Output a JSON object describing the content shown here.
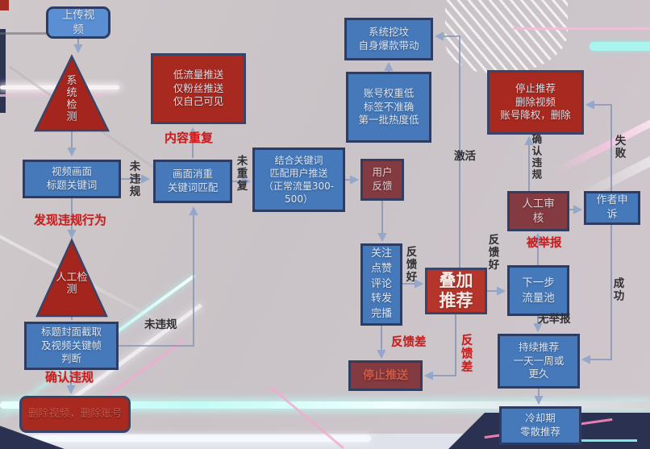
{
  "colors": {
    "background": "#c9c4c6",
    "blue_node": "#4679ba",
    "red_node": "#a8291f",
    "dark_red_node": "#833a40",
    "highlight_red_node": "#b5352a",
    "node_border": "#2e3c63",
    "edge_label_red": "#c81e1e",
    "edge_label_dark": "#2f2f33",
    "connector": "#8494b5",
    "neon_cyan": "#a9f4ec",
    "neon_pink": "#f0c0da"
  },
  "nodes": {
    "upload": "上传视频",
    "system_check": "系统检测",
    "video_frame": "视频画面\n标题关键词",
    "manual_check": "人工检测",
    "title_cover": "标题封面截取\n及视频关键帧\n判断",
    "delete_video_account": "删除视频，删除账号",
    "low_traffic": "低流量推送\n仅粉丝推送\n仅自己可见",
    "dedup": "画面消重\n关键词匹配",
    "combine_push": "结合关键词\n匹配用户推送\n（正常流量300-500）",
    "system_dig": "系统挖坟\n自身爆款带动",
    "account_low": "账号权重低\n标签不准确\n第一批热度低",
    "user_feedback": "用户\n反馈",
    "engagement": "关注\n点赞\n评论\n转发\n完播",
    "stack_recommend": "叠加\n推荐",
    "stop_push": "停止推送",
    "stop_recommend_delete": "停止推荐\n删除视频\n账号降权，删除",
    "manual_review": "人工审核",
    "author_appeal": "作者申诉",
    "next_pool": "下一步\n流量池",
    "continuous_recommend": "持续推荐\n一天一周或\n更久",
    "cooldown": "冷却期\n零散推荐"
  },
  "labels": {
    "not_violate_top": "未违规",
    "content_duplicate": "内容重复",
    "not_duplicate": "未重复",
    "found_violation": "发现违规行为",
    "not_violate_bottom": "未违规",
    "confirm_violation_left": "确认违规",
    "feedback_good_upper": "反馈好",
    "feedback_bad_left": "反馈差",
    "feedback_bad_right": "反馈差",
    "activate": "激活",
    "feedback_good_right": "反馈好",
    "reported": "被举报",
    "no_report": "无举报",
    "confirm_violation_right": "确认违规",
    "fail": "失败",
    "success": "成功"
  }
}
